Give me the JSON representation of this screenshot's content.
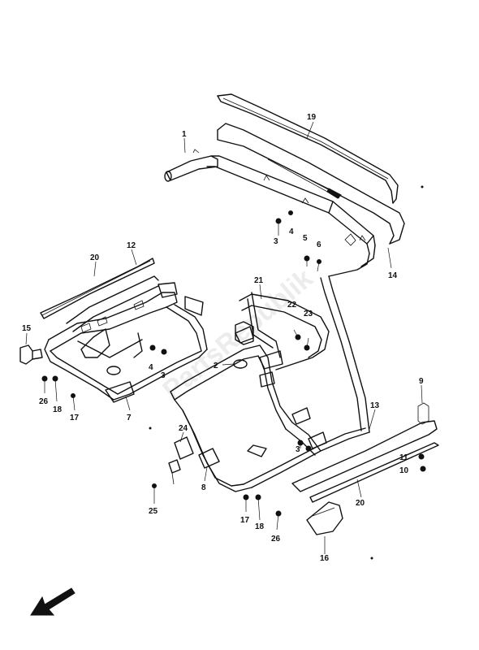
{
  "watermark": "PartsRepublik",
  "labels": {
    "l1": "1",
    "l2": "2",
    "l3a": "3",
    "l3b": "3",
    "l3c": "3",
    "l4a": "4",
    "l4b": "4",
    "l5": "5",
    "l6": "6",
    "l7": "7",
    "l8": "8",
    "l9": "9",
    "l10": "10",
    "l11": "11",
    "l12": "12",
    "l13": "13",
    "l14": "14",
    "l15": "15",
    "l16": "16",
    "l17a": "17",
    "l17b": "17",
    "l18a": "18",
    "l18b": "18",
    "l19": "19",
    "l20a": "20",
    "l20b": "20",
    "l21": "21",
    "l22": "22",
    "l23": "23",
    "l24": "24",
    "l25": "25",
    "l26a": "26",
    "l26b": "26"
  }
}
